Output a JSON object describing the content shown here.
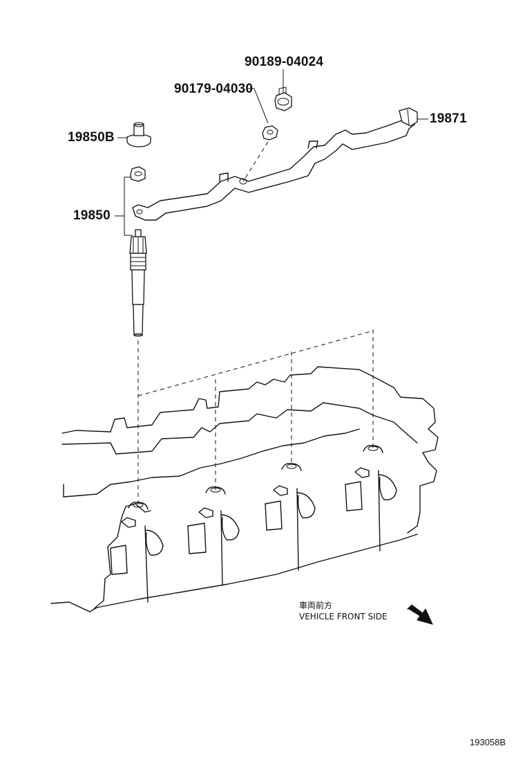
{
  "parts": {
    "p90189": "90189-04024",
    "p90179": "90179-04030",
    "p19850b": "19850B",
    "p19850": "19850",
    "p19871": "19871"
  },
  "direction": {
    "japanese": "車両前方",
    "english": "VEHICLE FRONT SIDE"
  },
  "figure_id": "193058B"
}
